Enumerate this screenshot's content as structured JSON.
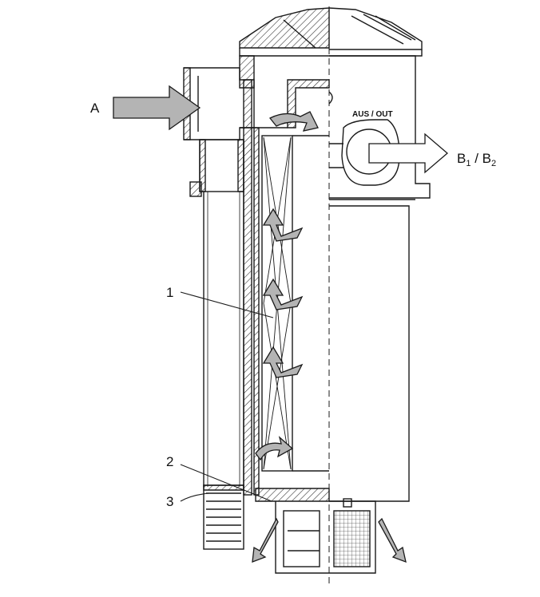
{
  "labels": {
    "inlet": "A",
    "outlet_b1": "B",
    "outlet_b1_sub": "1",
    "outlet_sep": " / ",
    "outlet_b2": "B",
    "outlet_b2_sub": "2",
    "housing_mark": "AUS / OUT",
    "callout_1": "1",
    "callout_2": "2",
    "callout_3": "3"
  },
  "colors": {
    "line": "#1a1a1a",
    "arrow_fill": "#b4b4b4",
    "hatch": "#333333",
    "background": "#ffffff"
  }
}
